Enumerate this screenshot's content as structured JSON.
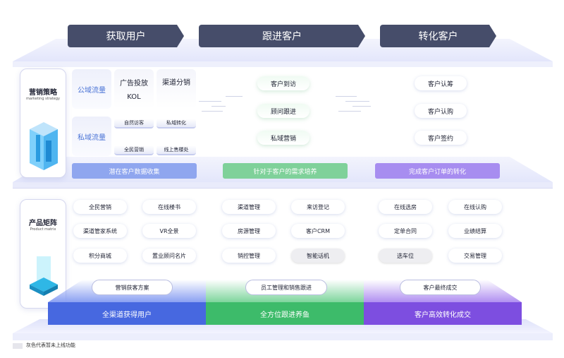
{
  "header": {
    "stages": [
      "获取用户",
      "跟进客户",
      "转化客户"
    ]
  },
  "marketing": {
    "title": "营销策略",
    "subtitle": "marketing strategy",
    "public_label": "公域流量",
    "private_label": "私域流量",
    "ad_label": "广告投放",
    "kol_label": "KOL",
    "channel_label": "渠道分销",
    "small_tiles": [
      "自然访客",
      "私域转化",
      "全民营销",
      "线上售楼处"
    ],
    "follow_pills": [
      "客户到访",
      "顾问跟进",
      "私域营销"
    ],
    "convert_pills": [
      "客户认筹",
      "客户认购",
      "客户签约"
    ],
    "bars": [
      "潜在客户数据收集",
      "针对于客户的需求培养",
      "完成客户订单的转化"
    ],
    "bar_colors": [
      "#8fa6ef",
      "#7fd19a",
      "#a78df0"
    ]
  },
  "product": {
    "title": "产品矩阵",
    "subtitle": "Product matrix",
    "col1": [
      "全民营销",
      "在线楼书",
      "渠道管家系统",
      "VR全景",
      "积分商城",
      "置业顾问名片"
    ],
    "col2": [
      "渠道管理",
      "来访登记",
      "房源管理",
      "客户CRM",
      "销控管理",
      "智能话机"
    ],
    "col3": [
      "在线选房",
      "在线认购",
      "定单合同",
      "业绩结算",
      "选车位",
      "交易管理"
    ],
    "labels": [
      "营销获客方案",
      "员工管理和销售跟进",
      "客户最终成交"
    ],
    "bottom": [
      "全渠道获得用户",
      "全方位跟进养鱼",
      "客户高效转化成交"
    ],
    "bottom_colors": [
      "#4768e0",
      "#3dbb6a",
      "#7d4ee0"
    ]
  },
  "legend": {
    "text": "灰色代表暂未上线功能"
  }
}
